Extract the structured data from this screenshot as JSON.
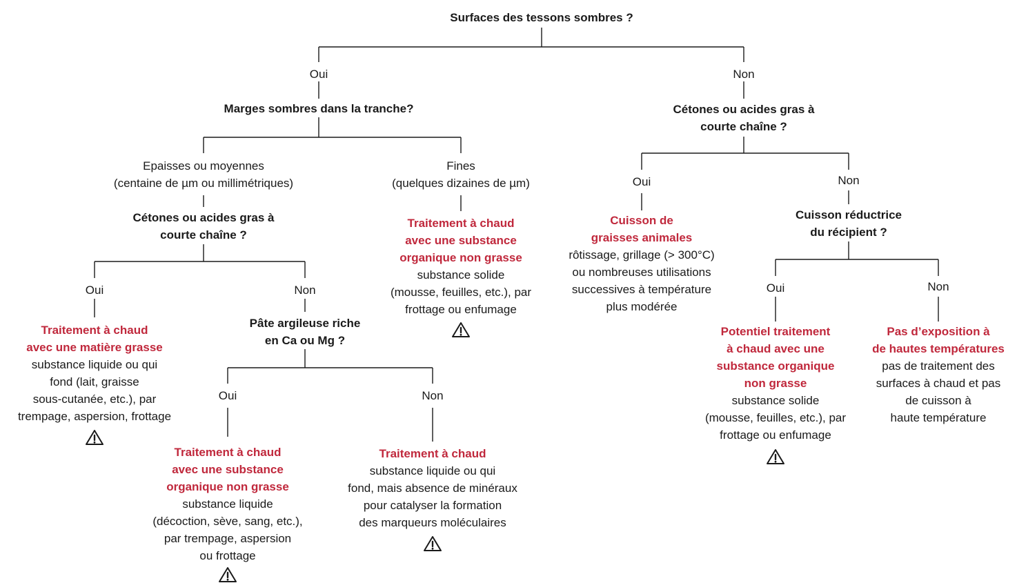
{
  "root": {
    "question": "Surfaces des tessons sombres ?",
    "yes": "Oui",
    "no": "Non"
  },
  "yes_branch": {
    "question": "Marges sombres dans la tranche?",
    "thick": {
      "label_lines": [
        "Epaisses ou moyennes",
        "(centaine de µm ou millimétriques)"
      ],
      "question_lines": [
        "Cétones ou acides gras à",
        "courte chaîne ?"
      ],
      "yes": "Oui",
      "no": "Non",
      "fat_result": {
        "title_lines": [
          "Traitement à chaud",
          "avec une matière grasse"
        ],
        "desc_lines": [
          "substance liquide ou qui",
          "fond (lait, graisse",
          "sous-cutanée, etc.), par",
          "trempage, aspersion, frottage"
        ]
      },
      "ca_question_lines": [
        "Pâte argileuse riche",
        "en Ca ou Mg ?"
      ],
      "ca_yes": "Oui",
      "ca_no": "Non",
      "ca_yes_result": {
        "title_lines": [
          "Traitement à chaud",
          "avec une substance",
          "organique non grasse"
        ],
        "desc_lines": [
          "substance liquide",
          "(décoction, sève, sang, etc.),",
          "par trempage, aspersion",
          "ou frottage"
        ]
      },
      "ca_no_result": {
        "title_lines": [
          "Traitement à chaud"
        ],
        "desc_lines": [
          "substance liquide ou qui",
          "fond, mais absence de minéraux",
          "pour catalyser la formation",
          "des marqueurs moléculaires"
        ]
      }
    },
    "thin": {
      "label_lines": [
        "Fines",
        "(quelques dizaines de µm)"
      ],
      "result": {
        "title_lines": [
          "Traitement à chaud",
          "avec une substance",
          "organique non grasse"
        ],
        "desc_lines": [
          "substance solide",
          "(mousse, feuilles, etc.), par",
          "frottage ou enfumage"
        ]
      }
    }
  },
  "no_branch": {
    "question_lines": [
      "Cétones ou acides gras à",
      "courte chaîne ?"
    ],
    "yes": "Oui",
    "no": "Non",
    "animal_result": {
      "title_lines": [
        "Cuisson de",
        "graisses animales"
      ],
      "desc_lines": [
        "rôtissage, grillage (> 300°C)",
        "ou nombreuses utilisations",
        "successives à température",
        "plus modérée"
      ]
    },
    "reduct_question_lines": [
      "Cuisson réductrice",
      "du récipient ?"
    ],
    "reduct_yes": "Oui",
    "reduct_no": "Non",
    "potential_result": {
      "title_lines": [
        "Potentiel traitement",
        "à chaud avec une",
        "substance organique",
        "non grasse"
      ],
      "desc_lines": [
        "substance solide",
        "(mousse, feuilles, etc.), par",
        "frottage ou enfumage"
      ]
    },
    "noexp_result": {
      "title_lines": [
        "Pas d’exposition à",
        "de hautes températures"
      ],
      "desc_lines": [
        "pas de traitement des",
        "surfaces à chaud et pas",
        "de cuisson à",
        "haute température"
      ]
    }
  },
  "colors": {
    "result_red": "#c0283c",
    "line": "#1a1a1a"
  },
  "icons": {
    "warning": "warning-triangle-icon"
  }
}
